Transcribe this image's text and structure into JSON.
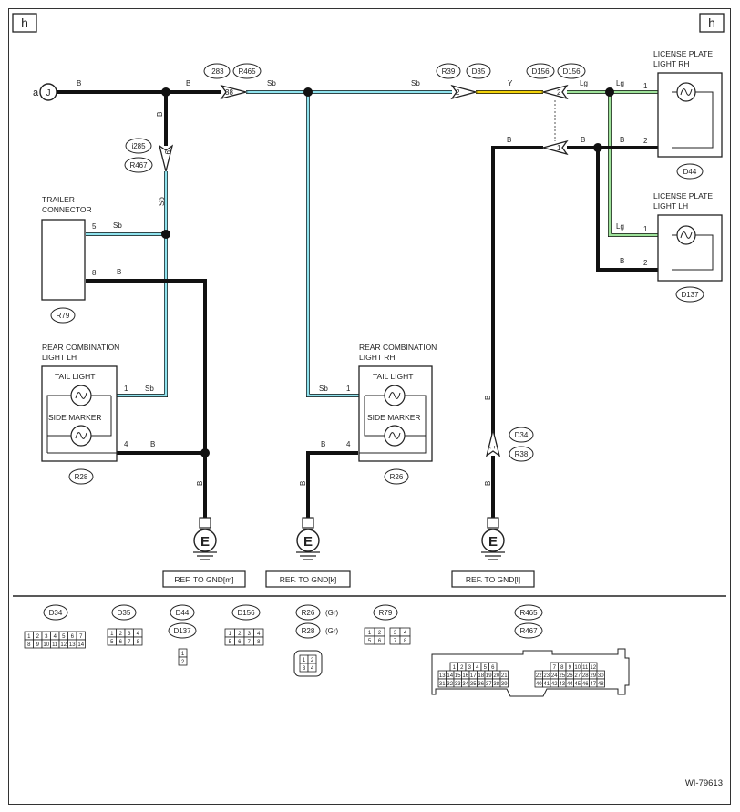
{
  "page_marks": {
    "left": "h",
    "right": "h"
  },
  "junction_a": "a",
  "junction_J": "J",
  "wire_colors": {
    "B": "#111111",
    "Sb": "#8fe3ee",
    "Y": "#f2d20a",
    "Lg": "#9ee29a"
  },
  "wire_labels": {
    "b_top_1": "B",
    "b_top_2": "B",
    "b_vert_i285": "B",
    "sb_after_38": "Sb",
    "sb_before_r39": "Sb",
    "y_mid": "Y",
    "lg_d156": "Lg",
    "lg_rh": "Lg",
    "b_rh_pin2": "B",
    "b_mid_1": "B",
    "b_mid_2": "B",
    "sb_vert": "Sb",
    "tc_sb": "Sb",
    "tc_b": "B",
    "lh_sb": "Sb",
    "lh_b": "B",
    "gnd_b_lh": "B",
    "rh_sb": "Sb",
    "rh_b": "B",
    "gnd_b_rh": "B",
    "d34_b_up": "B",
    "d34_b_down": "B",
    "lg_lh": "Lg",
    "b_lh_pin2": "B"
  },
  "connectors": {
    "i283": "i283",
    "R465": "R465",
    "i285": "i285",
    "R467": "R467",
    "R39": "R39",
    "D35": "D35",
    "D156a": "D156",
    "D156b": "D156",
    "D34": "D34",
    "R38": "R38",
    "D44": "D44",
    "D137": "D137",
    "R79": "R79",
    "R28": "R28",
    "R26": "R26"
  },
  "pins": {
    "p38": "38",
    "p2_r39": "2",
    "p2_d156": "2",
    "p1_d156": "1",
    "p9_i285": "9",
    "p1_d34": "1",
    "rh_lp_1": "1",
    "rh_lp_2": "2",
    "lh_lp_1": "1",
    "lh_lp_2": "2",
    "tc_5": "5",
    "tc_8": "8",
    "lh_1": "1",
    "lh_4": "4",
    "rh_1": "1",
    "rh_4": "4"
  },
  "components": {
    "license_rh_1": "LICENSE PLATE",
    "license_rh_2": "LIGHT RH",
    "license_lh_1": "LICENSE PLATE",
    "license_lh_2": "LIGHT LH",
    "trailer_1": "TRAILER",
    "trailer_2": "CONNECTOR",
    "rcl_lh_1": "REAR COMBINATION",
    "rcl_lh_2": "LIGHT LH",
    "rcl_rh_1": "REAR COMBINATION",
    "rcl_rh_2": "LIGHT RH",
    "tail_light": "TAIL LIGHT",
    "side_marker": "SIDE MARKER"
  },
  "grounds": {
    "symbol": "E",
    "ref_m": "REF. TO GND[m]",
    "ref_k": "REF. TO GND[k]",
    "ref_l": "REF. TO GND[l]"
  },
  "legend": {
    "d34": "D34",
    "d35": "D35",
    "d44": "D44",
    "d137": "D137",
    "d156": "D156",
    "r26": "R26",
    "r28": "R28",
    "gr": "(Gr)",
    "r79": "R79",
    "r465": "R465",
    "r467": "R467",
    "d34_pins": [
      "1",
      "2",
      "3",
      "4",
      "5",
      "6",
      "7",
      "8",
      "9",
      "10",
      "11",
      "12",
      "13",
      "14"
    ],
    "d35_pins": [
      "1",
      "2",
      "3",
      "4",
      "5",
      "6",
      "7",
      "8"
    ],
    "d44_pins": [
      "1",
      "2"
    ],
    "d156_pins": [
      "1",
      "2",
      "3",
      "4",
      "5",
      "6",
      "7",
      "8"
    ],
    "r26_pins": [
      "1",
      "2",
      "3",
      "4"
    ],
    "r79_pins": [
      "1",
      "2",
      "3",
      "4",
      "5",
      "6",
      "7",
      "8"
    ],
    "r465_pins": [
      "1",
      "2",
      "3",
      "4",
      "5",
      "6",
      "7",
      "8",
      "9",
      "10",
      "11",
      "12",
      "13",
      "14",
      "15",
      "16",
      "17",
      "18",
      "19",
      "20",
      "21",
      "22",
      "23",
      "24",
      "25",
      "26",
      "27",
      "28",
      "29",
      "30",
      "31",
      "32",
      "33",
      "34",
      "35",
      "36",
      "37",
      "38",
      "39",
      "40",
      "41",
      "42",
      "43",
      "44",
      "45",
      "46",
      "47",
      "48"
    ]
  },
  "figure_id": "WI-79613"
}
